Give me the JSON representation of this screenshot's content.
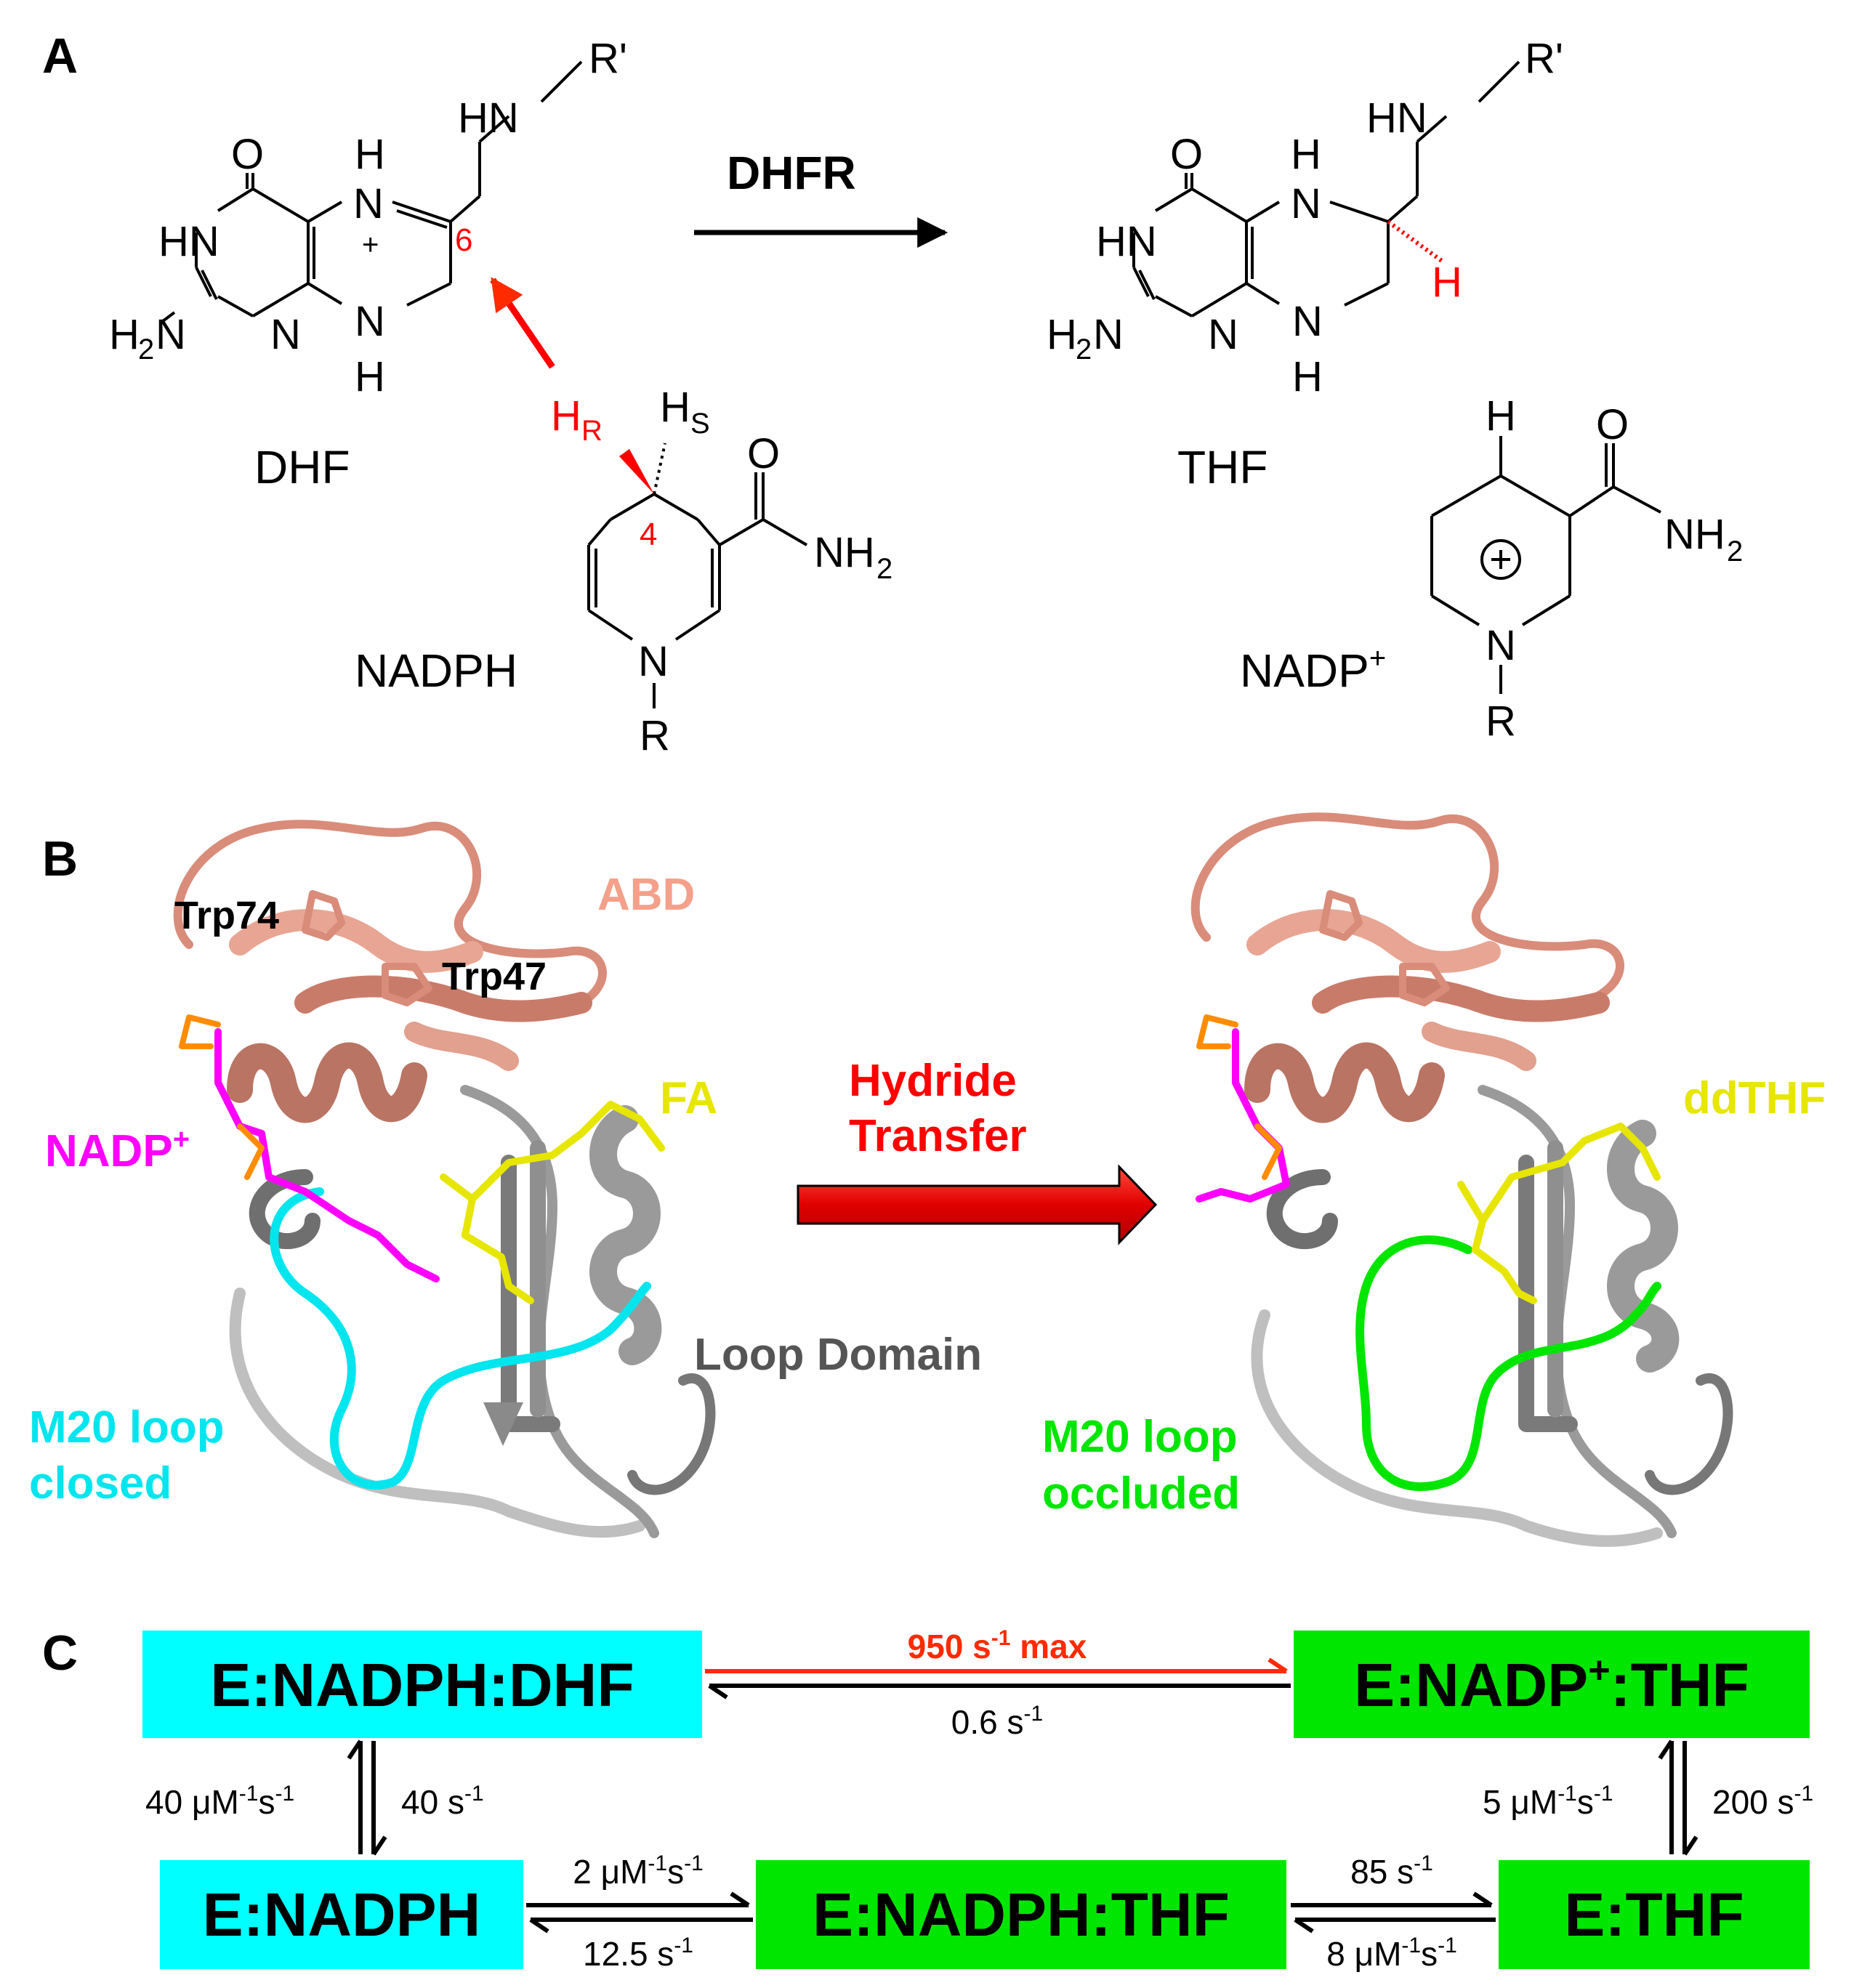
{
  "panels": {
    "a": {
      "letter": "A"
    },
    "b": {
      "letter": "B"
    },
    "c": {
      "letter": "C"
    }
  },
  "reaction": {
    "enzyme": "DHFR",
    "dhf_label": "DHF",
    "thf_label": "THF",
    "nadph_label": "NADPH",
    "nadp_label": "NADP",
    "nadp_sup": "+",
    "dhf_atoms": {
      "o": "O",
      "hn": "HN",
      "h2": "H",
      "h2_sub": "2",
      "n_amine": "N",
      "n_ring": "N",
      "nh_top_n": "N",
      "nh_top_h": "H",
      "plus": "+",
      "nh_bot_n": "N",
      "nh_bot_h": "H",
      "c6": "6",
      "side_hn": "HN",
      "r_prime": "R'"
    },
    "thf_atoms": {
      "o": "O",
      "hn": "HN",
      "h2": "H",
      "h2_sub": "2",
      "n_amine": "N",
      "n_ring": "N",
      "nh_top_n": "N",
      "nh_top_h": "H",
      "nh_bot_n": "N",
      "nh_bot_h": "H",
      "stereo_h": "H",
      "side_hn": "HN",
      "r_prime": "R'"
    },
    "nadph_atoms": {
      "hr": "H",
      "hr_sub": "R",
      "hs": "H",
      "hs_sub": "S",
      "c4": "4",
      "o": "O",
      "nh2": "NH",
      "nh2_sub": "2",
      "n": "N",
      "r": "R"
    },
    "nadp_atoms": {
      "h": "H",
      "o": "O",
      "nh2": "NH",
      "nh2_sub": "2",
      "n": "N",
      "r": "R",
      "plus": "+"
    }
  },
  "structure": {
    "trp74": "Trp74",
    "trp47": "Trp47",
    "abd": "ABD",
    "fa": "FA",
    "ddthf": "ddTHF",
    "nadp_label": "NADP",
    "nadp_sup": "+",
    "loop_domain": "Loop Domain",
    "m20_closed_l1": "M20 loop",
    "m20_closed_l2": "closed",
    "m20_occluded_l1": "M20 loop",
    "m20_occluded_l2": "occluded",
    "transfer_l1": "Hydride",
    "transfer_l2": "Transfer"
  },
  "cycle": {
    "states": {
      "nadph_dhf": "E:NADPH:DHF",
      "nadp_thf_pre": "E:NADP",
      "nadp_thf_sup": "+",
      "nadp_thf_post": ":THF",
      "nadph": "E:NADPH",
      "nadph_thf": "E:NADPH:THF",
      "thf": "E:THF"
    },
    "rates": {
      "hydride_fwd": {
        "value": "950 s",
        "sup": "-1",
        "tail": " max"
      },
      "hydride_rev": {
        "value": "0.6 s",
        "sup": "-1"
      },
      "dhf_on": {
        "value": "40 μM",
        "sup1": "-1",
        "mid": "s",
        "sup2": "-1"
      },
      "dhf_off": {
        "value": "40 s",
        "sup": "-1"
      },
      "thf_on_top": {
        "value": "2 μM",
        "sup1": "-1",
        "mid": "s",
        "sup2": "-1"
      },
      "thf_off_bot": {
        "value": "12.5 s",
        "sup": "-1"
      },
      "nadph_off": {
        "value": "85 s",
        "sup": "-1"
      },
      "nadph_on": {
        "value": "8 μM",
        "sup1": "-1",
        "mid": "s",
        "sup2": "-1"
      },
      "nadp_on": {
        "value": "5 μM",
        "sup1": "-1",
        "mid": "s",
        "sup2": "-1"
      },
      "nadp_off": {
        "value": "200 s",
        "sup": "-1"
      }
    }
  },
  "colors": {
    "substrate_state": "#00FFFF",
    "product_state": "#00E600",
    "hydride_arrow": "#FF2A00",
    "abd": "#F4A08A",
    "fa": "#E6E600",
    "nadp": "#FF00FF",
    "m20_closed": "#00E5EE",
    "m20_occluded": "#00E600",
    "loop_domain": "#555555",
    "stereo_red": "#FF0000"
  }
}
